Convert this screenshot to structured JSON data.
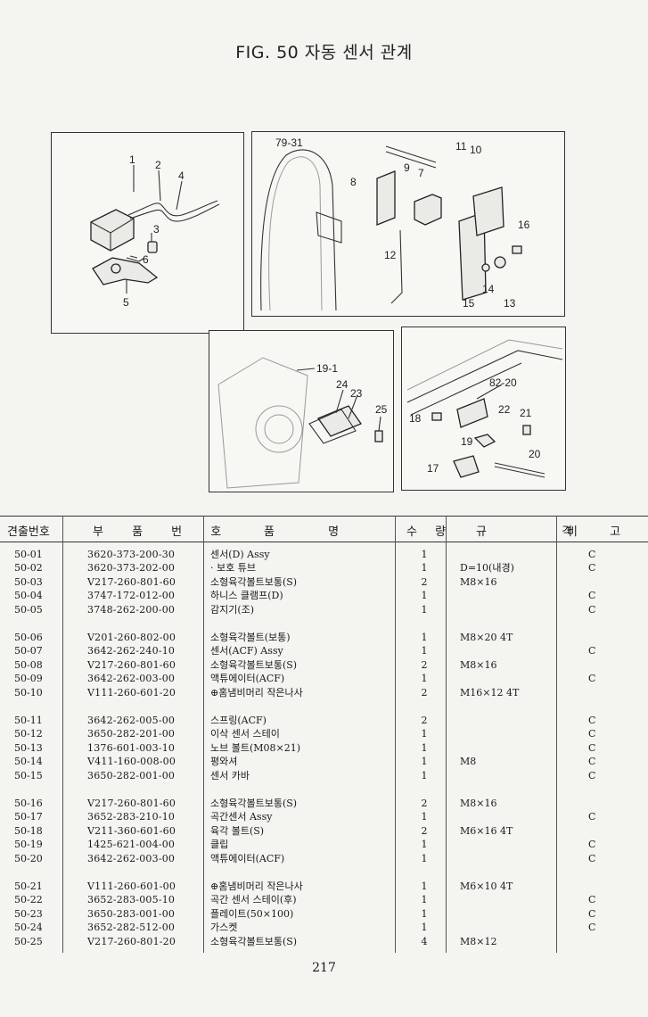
{
  "title": "FIG. 50 자동 센서 관계",
  "headers": {
    "no": "견출번호",
    "part": "부 품 번 호",
    "name": "품 명",
    "qty": "수 량",
    "spec": "규 격",
    "note": "비 고"
  },
  "callouts": {
    "p1": [
      "1",
      "2",
      "4",
      "3",
      "6",
      "5"
    ],
    "p2": [
      "79-31",
      "9",
      "11",
      "10",
      "8",
      "7",
      "16",
      "12",
      "14",
      "15",
      "13"
    ],
    "p3": [
      "19-1",
      "24",
      "23",
      "25"
    ],
    "p4": [
      "82-20",
      "22",
      "18",
      "21",
      "19",
      "20",
      "17"
    ]
  },
  "rows": [
    {
      "no": "50-01",
      "part": "3620-373-200-30",
      "name": "센서(D) Assy",
      "qty": "1",
      "spec": "",
      "note": "C"
    },
    {
      "no": "50-02",
      "part": "3620-373-202-00",
      "name": "· 보호 튜브",
      "qty": "1",
      "spec": "D=10(내경)",
      "note": "C"
    },
    {
      "no": "50-03",
      "part": "V217-260-801-60",
      "name": "소형육각볼트보통(S)",
      "qty": "2",
      "spec": "M8×16",
      "note": ""
    },
    {
      "no": "50-04",
      "part": "3747-172-012-00",
      "name": "하니스 클램프(D)",
      "qty": "1",
      "spec": "",
      "note": "C"
    },
    {
      "no": "50-05",
      "part": "3748-262-200-00",
      "name": "감지기(조)",
      "qty": "1",
      "spec": "",
      "note": "C"
    },
    {
      "no": "50-06",
      "part": "V201-260-802-00",
      "name": "소형육각볼트(보통)",
      "qty": "1",
      "spec": "M8×20 4T",
      "note": ""
    },
    {
      "no": "50-07",
      "part": "3642-262-240-10",
      "name": "센서(ACF) Assy",
      "qty": "1",
      "spec": "",
      "note": "C"
    },
    {
      "no": "50-08",
      "part": "V217-260-801-60",
      "name": "소형육각볼트보통(S)",
      "qty": "2",
      "spec": "M8×16",
      "note": ""
    },
    {
      "no": "50-09",
      "part": "3642-262-003-00",
      "name": "액튜에이터(ACF)",
      "qty": "1",
      "spec": "",
      "note": "C"
    },
    {
      "no": "50-10",
      "part": "V111-260-601-20",
      "name": "⊕홈냄비머리 작은나사",
      "qty": "2",
      "spec": "M16×12 4T",
      "note": ""
    },
    {
      "no": "50-11",
      "part": "3642-262-005-00",
      "name": "스프링(ACF)",
      "qty": "2",
      "spec": "",
      "note": "C"
    },
    {
      "no": "50-12",
      "part": "3650-282-201-00",
      "name": "이삭 센서 스테이",
      "qty": "1",
      "spec": "",
      "note": "C"
    },
    {
      "no": "50-13",
      "part": "1376-601-003-10",
      "name": "노브 볼트(M08×21)",
      "qty": "1",
      "spec": "",
      "note": "C"
    },
    {
      "no": "50-14",
      "part": "V411-160-008-00",
      "name": "평와셔",
      "qty": "1",
      "spec": "M8",
      "note": "C"
    },
    {
      "no": "50-15",
      "part": "3650-282-001-00",
      "name": "센서 카바",
      "qty": "1",
      "spec": "",
      "note": "C"
    },
    {
      "no": "50-16",
      "part": "V217-260-801-60",
      "name": "소형육각볼트보통(S)",
      "qty": "2",
      "spec": "M8×16",
      "note": ""
    },
    {
      "no": "50-17",
      "part": "3652-283-210-10",
      "name": "곡간센서 Assy",
      "qty": "1",
      "spec": "",
      "note": "C"
    },
    {
      "no": "50-18",
      "part": "V211-360-601-60",
      "name": "육각 볼트(S)",
      "qty": "2",
      "spec": "M6×16 4T",
      "note": ""
    },
    {
      "no": "50-19",
      "part": "1425-621-004-00",
      "name": "클립",
      "qty": "1",
      "spec": "",
      "note": "C"
    },
    {
      "no": "50-20",
      "part": "3642-262-003-00",
      "name": "액튜에이터(ACF)",
      "qty": "1",
      "spec": "",
      "note": "C"
    },
    {
      "no": "50-21",
      "part": "V111-260-601-00",
      "name": "⊕홈냄비머리 작은나사",
      "qty": "1",
      "spec": "M6×10 4T",
      "note": ""
    },
    {
      "no": "50-22",
      "part": "3652-283-005-10",
      "name": "곡간 센서 스테이(후)",
      "qty": "1",
      "spec": "",
      "note": "C"
    },
    {
      "no": "50-23",
      "part": "3650-283-001-00",
      "name": "플레이트(50×100)",
      "qty": "1",
      "spec": "",
      "note": "C"
    },
    {
      "no": "50-24",
      "part": "3652-282-512-00",
      "name": "가스켓",
      "qty": "1",
      "spec": "",
      "note": "C"
    },
    {
      "no": "50-25",
      "part": "V217-260-801-20",
      "name": "소형육각볼트보통(S)",
      "qty": "4",
      "spec": "M8×12",
      "note": ""
    }
  ],
  "page_number": "217"
}
